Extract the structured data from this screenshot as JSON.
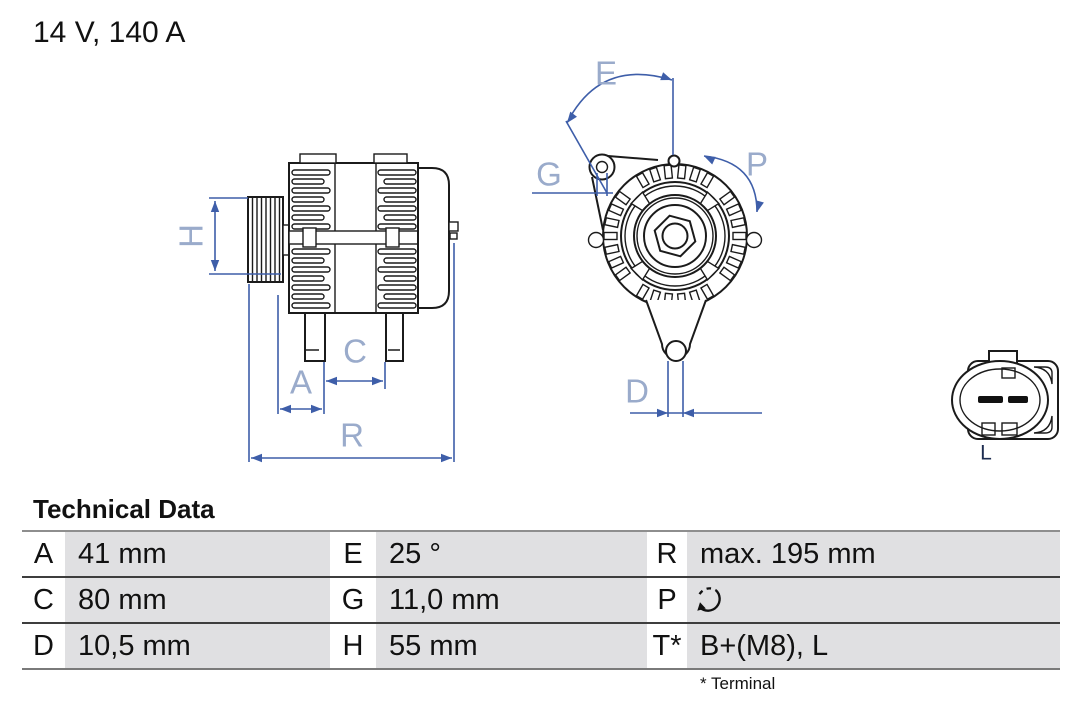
{
  "header": {
    "title": "14 V, 140 A"
  },
  "diagram": {
    "dimension_labels": {
      "H": "H",
      "A": "A",
      "C": "C",
      "R": "R",
      "E": "E",
      "G": "G",
      "P": "P",
      "D": "D"
    },
    "connector_label": "L",
    "icons": {
      "p_rotation": "rotation-cw-icon"
    },
    "colors": {
      "dimension_line": "#3e5ea9",
      "dimension_label": "#9aabcb",
      "outline": "#1b1b1b",
      "connector_label": "#1d2c50"
    }
  },
  "table": {
    "heading": "Technical Data",
    "rows": [
      {
        "c1k": "A",
        "c1v": "41 mm",
        "c2k": "E",
        "c2v": "25 °",
        "c3k": "R",
        "c3v": "max. 195 mm"
      },
      {
        "c1k": "C",
        "c1v": "80 mm",
        "c2k": "G",
        "c2v": "11,0 mm",
        "c3k": "P",
        "c3v": ""
      },
      {
        "c1k": "D",
        "c1v": "10,5 mm",
        "c2k": "H",
        "c2v": "55 mm",
        "c3k": "T*",
        "c3v": "B+(M8), L"
      }
    ],
    "footnote": "* Terminal",
    "colors": {
      "value_cell_bg": "#e0e0e2",
      "rule_dark": "#3d3d3d",
      "rule_light": "#8e8e8e"
    }
  }
}
